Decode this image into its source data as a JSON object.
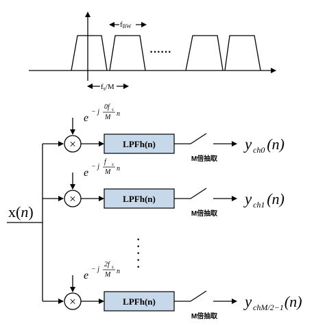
{
  "spectrum": {
    "bandwidth_label": "f",
    "bandwidth_sub": "BW",
    "spacing_label": "f",
    "spacing_sub": "s",
    "spacing_suffix": "/M",
    "ellipsis": "······"
  },
  "input_label": {
    "main": "x(",
    "var": "n",
    "close": ")"
  },
  "channels": [
    {
      "exp_base": "e",
      "exp_prefix": "− j",
      "exp_num_coef": "0",
      "exp_num_f": "f",
      "exp_num_sub": "s",
      "exp_den": "M",
      "exp_suffix": "n",
      "multiplier_symbol": "×",
      "filter_label": "LPFh(n)",
      "decimation_label": "M倍抽取",
      "output_y": "y",
      "output_sub": "ch0",
      "output_arg": "(n)"
    },
    {
      "exp_base": "e",
      "exp_prefix": "− j",
      "exp_num_coef": "",
      "exp_num_f": "f",
      "exp_num_sub": "s",
      "exp_den": "M",
      "exp_suffix": "n",
      "multiplier_symbol": "×",
      "filter_label": "LPFh(n)",
      "decimation_label": "M倍抽取",
      "output_y": "y",
      "output_sub": "ch1",
      "output_arg": "(n)"
    },
    {
      "exp_base": "e",
      "exp_prefix": "− j",
      "exp_num_coef": "2",
      "exp_num_f": "f",
      "exp_num_sub": "s",
      "exp_den": "M",
      "exp_suffix": "n",
      "multiplier_symbol": "×",
      "filter_label": "LPFh(n)",
      "decimation_label": "M倍抽取",
      "output_y": "y",
      "output_sub": "chM/2−1",
      "output_arg": "(n)"
    }
  ],
  "vertical_ellipsis": "⋮",
  "colors": {
    "filter_fill": "#c7d8ea",
    "stroke": "#000000"
  }
}
